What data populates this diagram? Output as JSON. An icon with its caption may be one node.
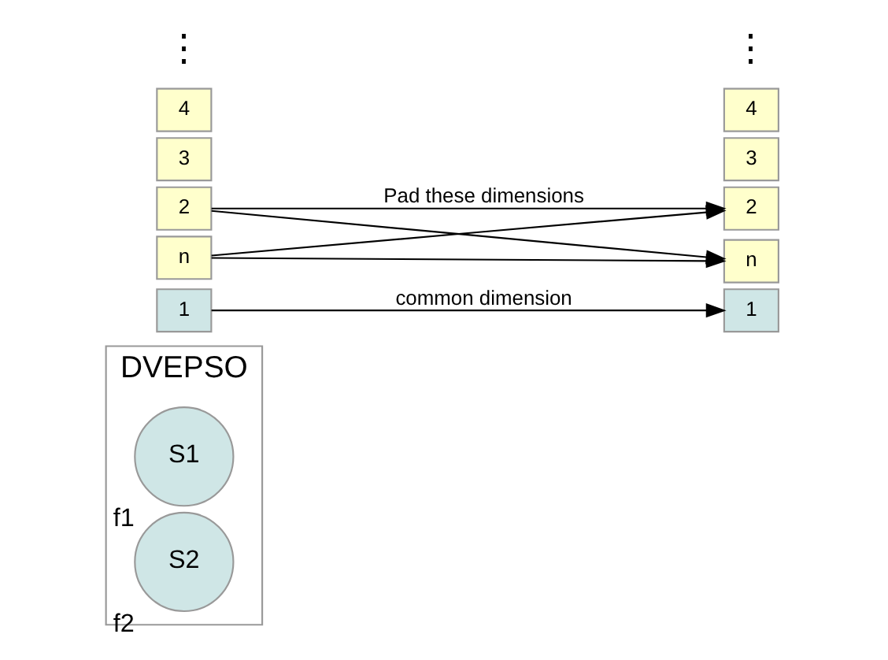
{
  "diagram": {
    "nodes": [
      {
        "text": [
          "DVEPSO"
        ]
      },
      {
        "text": [
          "S1"
        ],
        "in": 0,
        "beside": [
          "f1"
        ]
      },
      {
        "text": [
          "S2"
        ],
        "in": 0,
        "beside": [
          "f2"
        ]
      },
      {
        "text": [
          "1"
        ]
      },
      {
        "text": [
          "2"
        ]
      },
      {
        "text": [
          "3"
        ]
      },
      {
        "text": [
          "4"
        ]
      },
      {
        "text": [
          "n"
        ]
      },
      {
        "text": [
          "1"
        ]
      },
      {
        "text": [
          "2"
        ]
      },
      {
        "text": [
          "3"
        ]
      },
      {
        "text": [
          "4"
        ]
      },
      {
        "text": [
          "n"
        ]
      }
    ],
    "edges": [
      {
        "from": 3,
        "to": 8,
        "arrow": "to",
        "label": "common dimension"
      },
      {
        "from": 4,
        "to": 9,
        "arrow": "to",
        "label": "Pad these dimensions"
      },
      {
        "from": 4,
        "to": 12,
        "arrow": "to"
      },
      {
        "from": 7,
        "to": 9,
        "arrow": "to"
      },
      {
        "from": 7,
        "to": 12,
        "arrow": "to"
      }
    ],
    "labels": [
      "⋮",
      "⋮"
    ]
  }
}
